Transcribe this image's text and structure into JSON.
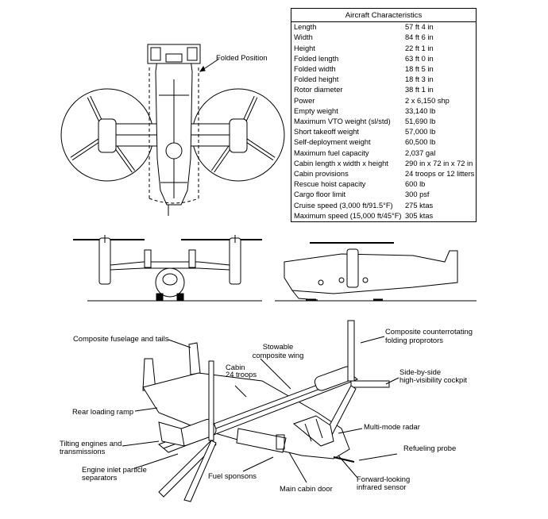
{
  "table": {
    "title": "Aircraft Characteristics",
    "rows": [
      {
        "k": "Length",
        "v": "57 ft 4 in"
      },
      {
        "k": "Width",
        "v": "84 ft 6 in"
      },
      {
        "k": "Height",
        "v": "22 ft 1 in"
      },
      {
        "k": "Folded length",
        "v": "63 ft 0 in"
      },
      {
        "k": "Folded width",
        "v": "18 ft 5 in"
      },
      {
        "k": "Folded height",
        "v": "18 ft 3 in"
      },
      {
        "k": "Rotor diameter",
        "v": "38 ft 1 in"
      },
      {
        "k": "Power",
        "v": "2 x 6,150 shp"
      },
      {
        "k": "Empty weight",
        "v": "33,140 lb"
      },
      {
        "k": "Maximum VTO weight (sl/std)",
        "v": "51,690 lb"
      },
      {
        "k": "Short takeoff weight",
        "v": "57,000 lb"
      },
      {
        "k": "Self-deployment weight",
        "v": "60,500 lb"
      },
      {
        "k": "Maximum fuel capacity",
        "v": "2,037 gal"
      },
      {
        "k": "Cabin length x width x height",
        "v": "290 in x 72 in x 72 in"
      },
      {
        "k": "Cabin provisions",
        "v": "24 troops or 12 litters"
      },
      {
        "k": "Rescue hoist capacity",
        "v": "600 lb"
      },
      {
        "k": "Cargo floor limit",
        "v": "300 psf"
      },
      {
        "k": "Cruise speed (3,000 ft/91.5°F)",
        "v": "275 ktas"
      },
      {
        "k": "Maximum speed (15,000 ft/45°F)",
        "v": "305 ktas"
      }
    ]
  },
  "labels": {
    "folded_position": "Folded Position",
    "composite_fuselage": "Composite fuselage and tails",
    "stowable_wing_1": "Stowable",
    "stowable_wing_2": "composite wing",
    "cabin_1": "Cabin",
    "cabin_2": "24 troops",
    "counterrotating_1": "Composite counterrotating",
    "counterrotating_2": "folding proprotors",
    "cockpit_1": "Side-by-side",
    "cockpit_2": "high-visibility cockpit",
    "rear_ramp": "Rear loading ramp",
    "radar": "Multi-mode radar",
    "tilting_1": "Tilting engines and",
    "tilting_2": "transmissions",
    "refueling": "Refueling probe",
    "inlet_1": "Engine inlet particle",
    "inlet_2": "separators",
    "sponsons": "Fuel sponsons",
    "flir_1": "Forward-looking",
    "flir_2": "infrared sensor",
    "cabin_door": "Main cabin door"
  }
}
